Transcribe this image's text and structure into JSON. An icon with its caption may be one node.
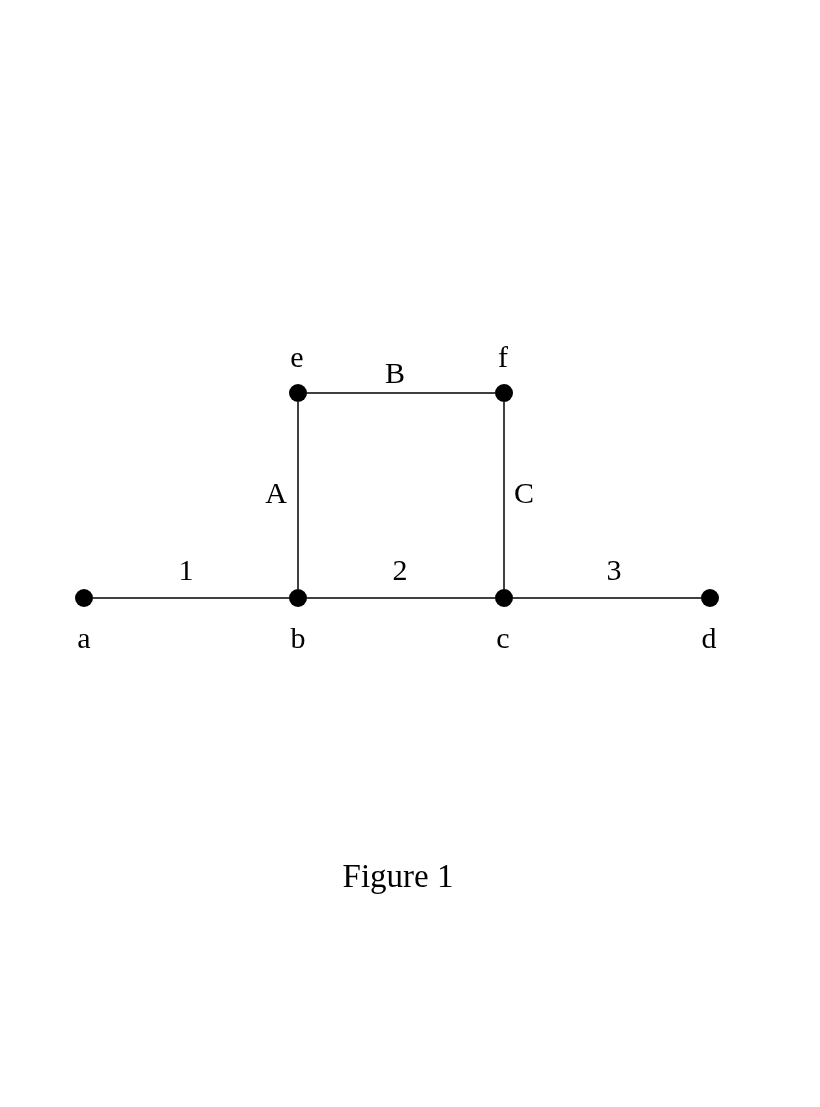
{
  "diagram": {
    "caption": "Figure 1",
    "nodes": [
      {
        "text": [],
        "shape": "circle",
        "beside": [
          "a"
        ]
      },
      {
        "text": [],
        "shape": "circle",
        "beside": [
          "b"
        ]
      },
      {
        "text": [],
        "shape": "circle",
        "beside": [
          "c"
        ]
      },
      {
        "text": [],
        "shape": "circle",
        "beside": [
          "d"
        ]
      },
      {
        "text": [],
        "shape": "circle",
        "beside": [
          "e"
        ]
      },
      {
        "text": [],
        "shape": "circle",
        "beside": [
          "f"
        ]
      }
    ],
    "edges": [
      {
        "from": 0,
        "to": 1,
        "arrow": "none",
        "label": "1"
      },
      {
        "from": 1,
        "to": 2,
        "arrow": "none",
        "label": "2"
      },
      {
        "from": 2,
        "to": 3,
        "arrow": "none",
        "label": "3"
      },
      {
        "from": 1,
        "to": 4,
        "arrow": "none",
        "label": "A"
      },
      {
        "from": 4,
        "to": 5,
        "arrow": "none",
        "label": "B"
      },
      {
        "from": 5,
        "to": 2,
        "arrow": "none",
        "label": "C"
      }
    ]
  }
}
